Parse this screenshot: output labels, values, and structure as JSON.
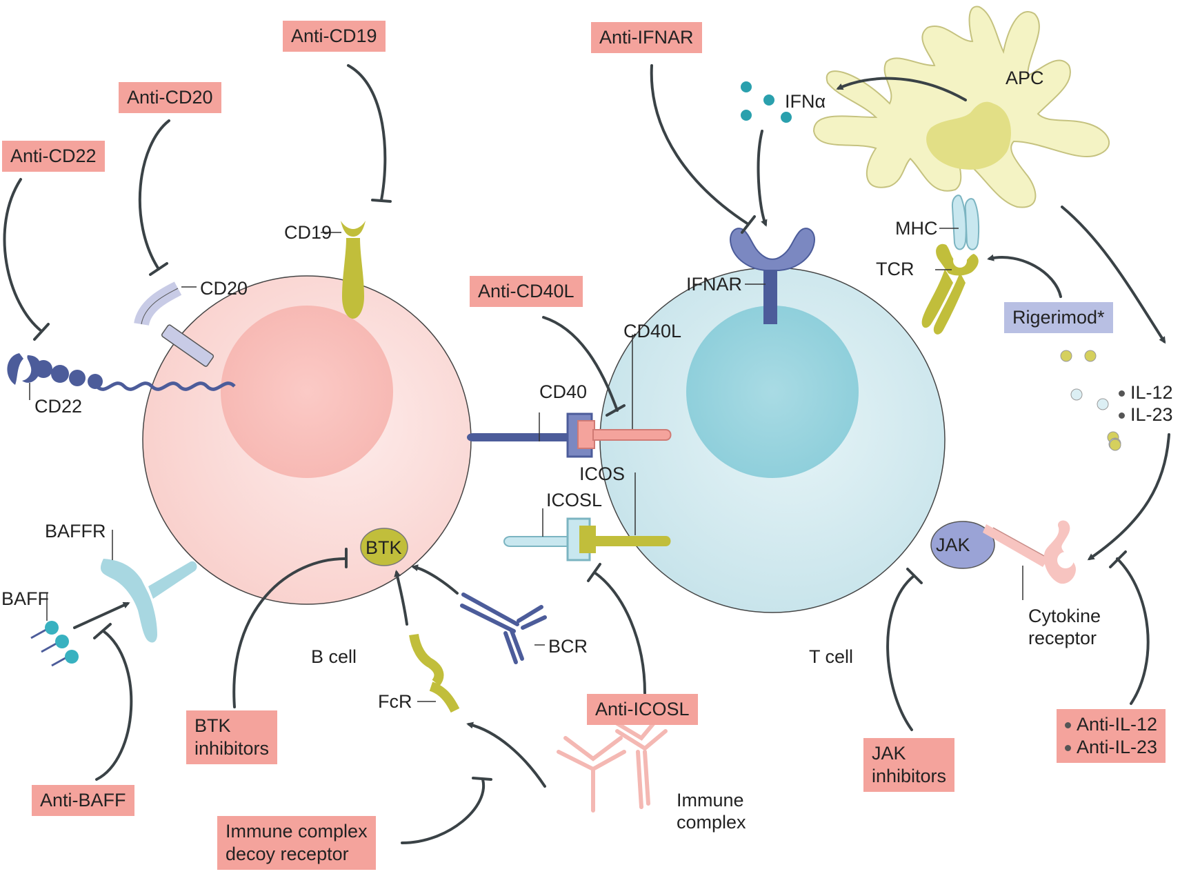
{
  "drugs": {
    "anti_cd19": "Anti-CD19",
    "anti_cd20": "Anti-CD20",
    "anti_cd22": "Anti-CD22",
    "anti_ifnar": "Anti-IFNAR",
    "anti_cd40l": "Anti-CD40L",
    "rigerimod": "Rigerimod*",
    "anti_icosl": "Anti-ICOSL",
    "btk_inhibitors": [
      "BTK",
      "inhibitors"
    ],
    "anti_baff": "Anti-BAFF",
    "immune_complex_decoy": [
      "Immune complex",
      "decoy receptor"
    ],
    "jak_inhibitors": [
      "JAK",
      "inhibitors"
    ],
    "anti_il": [
      "Anti-IL-12",
      "Anti-IL-23"
    ]
  },
  "labels": {
    "cd19": "CD19",
    "cd20": "CD20",
    "cd22": "CD22",
    "cd40": "CD40",
    "cd40l": "CD40L",
    "icos": "ICOS",
    "icosl": "ICOSL",
    "baffr": "BAFFR",
    "baff": "BAFF",
    "btk": "BTK",
    "bcr": "BCR",
    "fcr": "FcR",
    "b_cell": "B cell",
    "t_cell": "T cell",
    "ifnar": "IFNAR",
    "ifna": "IFNα",
    "apc": "APC",
    "mhc": "MHC",
    "tcr": "TCR",
    "jak": "JAK",
    "il": [
      "IL-12",
      "IL-23"
    ],
    "cytokine_receptor": [
      "Cytokine",
      "receptor"
    ],
    "immune_complex": [
      "Immune",
      "complex"
    ]
  },
  "colors": {
    "drug_box": "#f4a39c",
    "agonist_box": "#b8bfe3",
    "b_cell": "#fbd6d2",
    "t_cell": "#d3ebf0",
    "apc": "#f5f3c6",
    "arrow": "#3a4246"
  }
}
